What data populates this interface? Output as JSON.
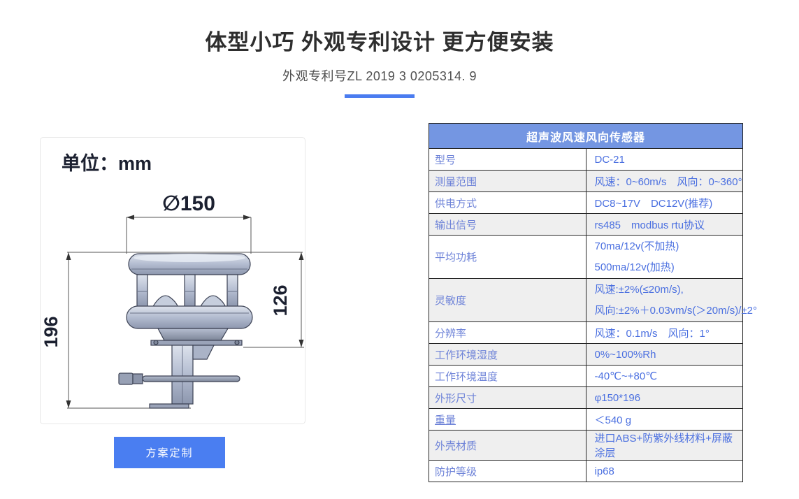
{
  "header": {
    "title": "体型小巧 外观专利设计 更方便安装",
    "subtitle": "外观专利号ZL 2019 3 0205314. 9"
  },
  "drawing": {
    "unit_label": "单位：mm",
    "dim_diameter": "∅150",
    "dim_total_height": "196",
    "dim_upper_height": "126"
  },
  "cta": {
    "label": "方案定制"
  },
  "table": {
    "title": "超声波风速风向传感器",
    "rows": [
      {
        "label": "型号",
        "lines": [
          "DC-21"
        ]
      },
      {
        "label": "测量范围",
        "lines": [
          "风速：0~60m/s　风向：0~360°"
        ]
      },
      {
        "label": "供电方式",
        "lines": [
          "DC8~17V　DC12V(推荐)"
        ]
      },
      {
        "label": "输出信号",
        "lines": [
          "rs485　modbus rtu协议"
        ]
      },
      {
        "label": "平均功耗",
        "lines": [
          "70ma/12v(不加热)",
          "500ma/12v(加热)"
        ]
      },
      {
        "label": "灵敏度",
        "lines": [
          "风速:±2%(≤20m/s),",
          "风向:±2%＋0.03vm/s(＞20m/s)/±2°"
        ]
      },
      {
        "label": "分辨率",
        "lines": [
          "风速：0.1m/s　风向：1°"
        ]
      },
      {
        "label": "工作环境湿度",
        "lines": [
          "0%~100%Rh"
        ]
      },
      {
        "label": "工作环境温度",
        "lines": [
          "-40℃~+80℃"
        ]
      },
      {
        "label": "外形尺寸",
        "lines": [
          "φ150*196"
        ]
      },
      {
        "label": "重量",
        "lines": [
          "＜540 g"
        ]
      },
      {
        "label": "外壳材质",
        "lines": [
          "进口ABS+防紫外线材料+屏蔽涂层"
        ]
      },
      {
        "label": "防护等级",
        "lines": [
          "ip68"
        ]
      }
    ]
  },
  "colors": {
    "accent_blue": "#4a7ef1",
    "underline_bar": "#4a7cf0",
    "table_header_bg": "#7496e2",
    "table_border": "#262626",
    "row_alt_bg": "#efefef",
    "label_text": "#6e83d8",
    "value_text": "#4a6fe0",
    "title_text": "#2e2e2e"
  }
}
